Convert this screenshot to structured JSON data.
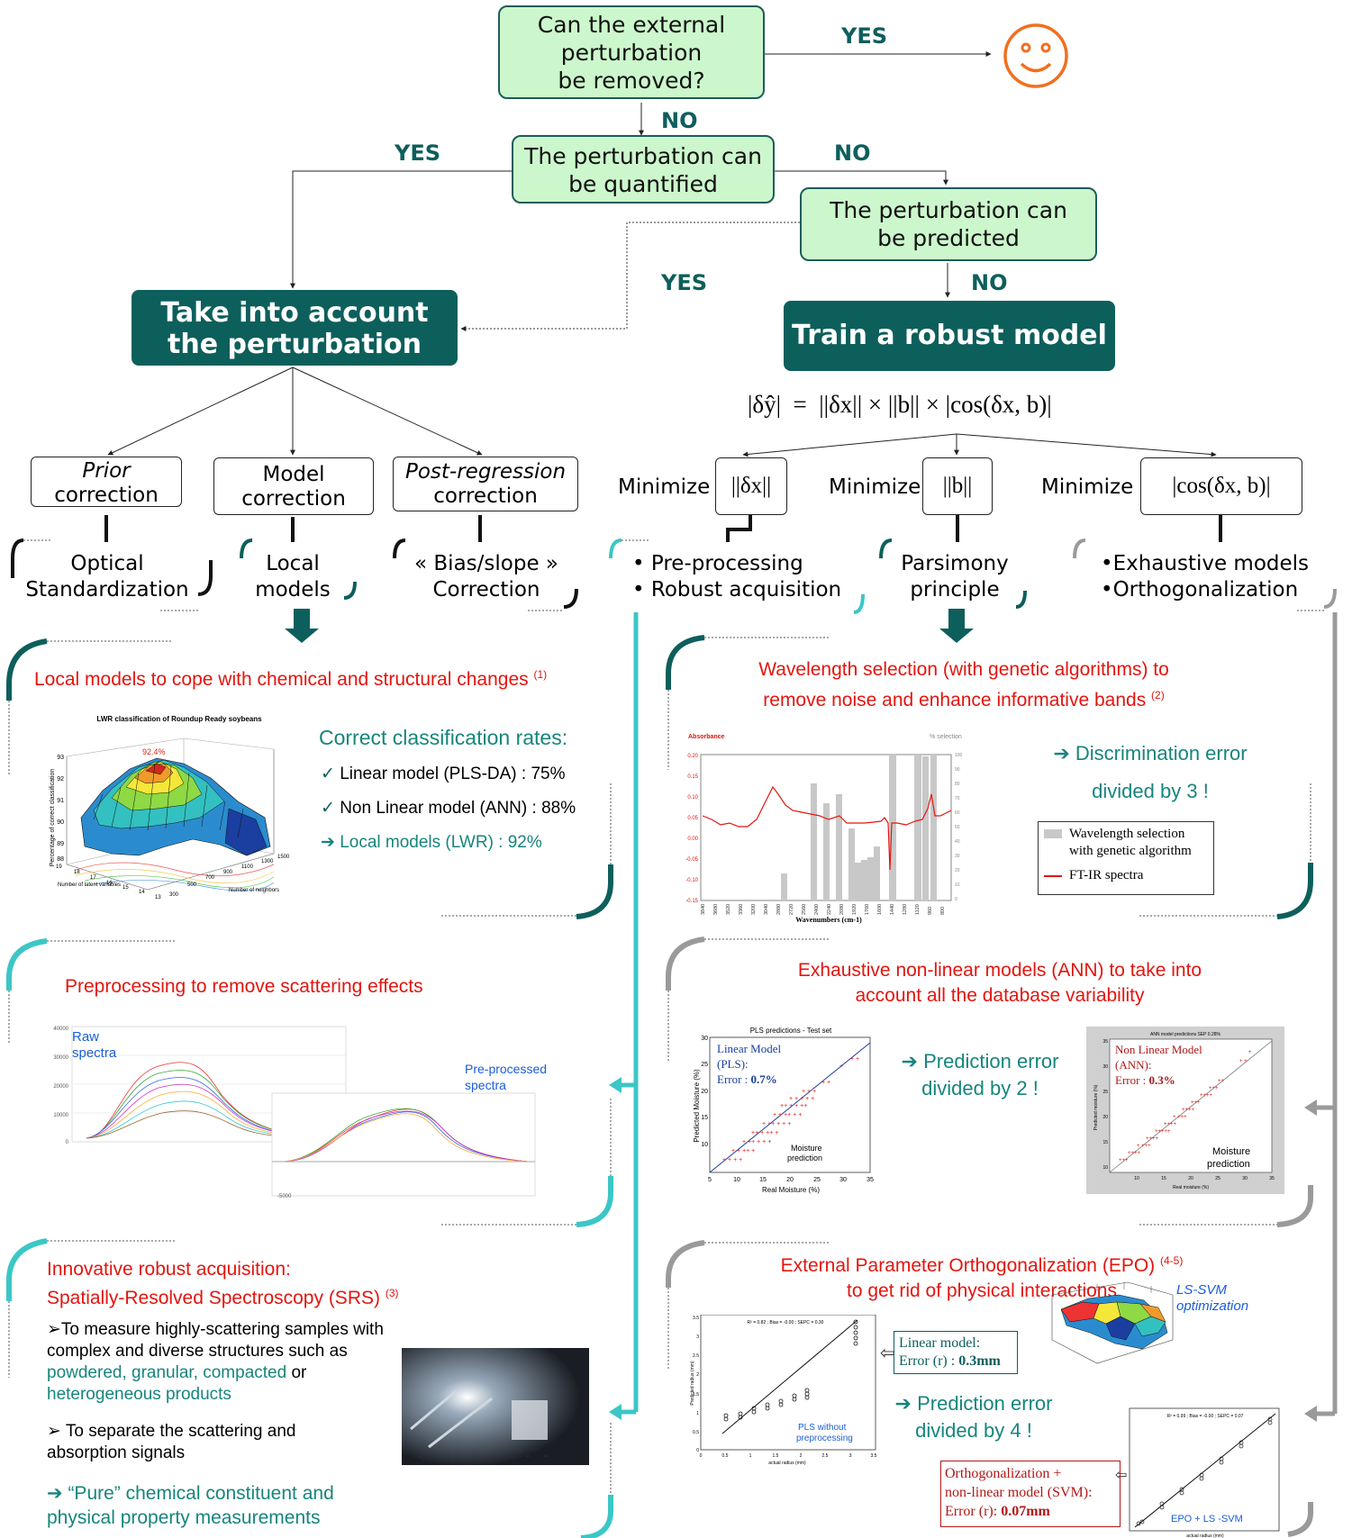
{
  "flow": {
    "q1": [
      "Can the external",
      "perturbation",
      "be removed?"
    ],
    "yes_top": "YES",
    "no_1": "NO",
    "q2": [
      "The perturbation can",
      "be quantified"
    ],
    "yes_left": "YES",
    "no_2": "NO",
    "q3": [
      "The perturbation can",
      "be predicted"
    ],
    "yes_mid": "YES",
    "no_3": "NO",
    "left_action": [
      "Take into account",
      "the perturbation"
    ],
    "right_action": "Train a robust model",
    "formula": "|δŷ|  =  ||δx|| × ||b|| × |cos(δx, b)|"
  },
  "left_methods": {
    "prior": [
      "Prior",
      "correction"
    ],
    "model": [
      "Model",
      "correction"
    ],
    "post": [
      "Post-regression",
      "correction"
    ],
    "optical": [
      "Optical",
      "Standardization"
    ],
    "local": [
      "Local",
      "models"
    ],
    "bias": [
      "« Bias/slope »",
      "Correction"
    ]
  },
  "right_methods": {
    "minimize": "Minimize",
    "dx": "||δx||",
    "b": "||b||",
    "cos": "|cos(δx, b)|",
    "pre": [
      "• Pre-processing",
      "• Robust acquisition"
    ],
    "pars": [
      "Parsimony",
      "principle"
    ],
    "exh": [
      "•Exhaustive models",
      "•Orthogonalization"
    ]
  },
  "panel_local": {
    "title": "Local models to cope with chemical and structural changes",
    "ref": "(1)",
    "chart_title": "LWR classification of Roundup Ready soybeans",
    "chart_ylabel": "Percentage of correct classification",
    "chart_peak": "92.4%",
    "chart_x1": "Number of latent variables",
    "chart_x2": "Number of neighbors",
    "y_ticks": [
      "93",
      "92",
      "91",
      "90",
      "89",
      "88"
    ],
    "lv_ticks": [
      "19",
      "18",
      "17",
      "16",
      "15",
      "14",
      "13"
    ],
    "nb_ticks": [
      "1500",
      "1300",
      "1100",
      "900",
      "700",
      "500",
      "300"
    ],
    "rates_title": "Correct classification rates:",
    "rate1": "Linear model (PLS-DA) : 75%",
    "rate2": "Non Linear model (ANN) : 88%",
    "rate3": "Local models (LWR) : 92%"
  },
  "panel_pre": {
    "title": "Preprocessing to remove scattering effects",
    "raw": [
      "Raw",
      "spectra"
    ],
    "pp": [
      "Pre-processed",
      "spectra"
    ],
    "raw_y": [
      "40000",
      "30000",
      "20000",
      "10000",
      "0"
    ],
    "pp_y": "-5000"
  },
  "panel_srs": {
    "title1": "Innovative robust acquisition:",
    "title2": "Spatially-Resolved Spectroscopy (SRS)",
    "ref": "(3)",
    "b1": "To measure highly-scattering samples with complex and diverse structures such as",
    "b1_p": "powdered, granular, compacted",
    "b1_or": "or",
    "b1_h": "heterogeneous products",
    "b2": "To separate the scattering and absorption signals",
    "concl": "“Pure” chemical constituent and physical property measurements"
  },
  "panel_wave": {
    "title1": "Wavelength selection (with genetic algorithms) to",
    "title2": "remove noise and enhance informative bands",
    "ref": "(2)",
    "absorb": "Absorbance",
    "pctsel": "% selection",
    "xlabel": "Wavenumbers (cm-1)",
    "result1": "Discrimination error",
    "result2": "divided by 3 !",
    "legend1": "Wavelength selection with genetic algorithm",
    "legend2": "FT-IR spectra",
    "y_ticks": [
      "0.20",
      "0.15",
      "0.10",
      "0.05",
      "0.00",
      "-0.05",
      "-0.10",
      "-0.15"
    ],
    "pct_ticks": [
      "100",
      "90",
      "80",
      "70",
      "60",
      "50",
      "40",
      "30",
      "20",
      "10",
      "0"
    ],
    "x_ticks": [
      "3840",
      "3680",
      "3520",
      "3360",
      "3200",
      "3040",
      "2880",
      "2720",
      "2560",
      "2400",
      "2240",
      "2080",
      "1920",
      "1760",
      "1600",
      "1440",
      "1280",
      "1120",
      "960",
      "800"
    ]
  },
  "panel_ann": {
    "title1": "Exhaustive non-linear models (ANN) to take into",
    "title2": "account all the database variability",
    "pls_title": "PLS predictions - Test set",
    "pls_label": [
      "Linear Model",
      "(PLS):"
    ],
    "pls_err": "Error : ",
    "pls_err_v": "0.7%",
    "ylabel": "Predicted Moisture (%)",
    "xlabel": "Real Moisture (%)",
    "moist": [
      "Moisture",
      "prediction"
    ],
    "result1": "Prediction error",
    "result2": "divided by 2 !",
    "ann_title": "ANN model predictions  SEP 0.28%",
    "ann_label": [
      "Non Linear Model",
      "(ANN):"
    ],
    "ann_err": "Error : ",
    "ann_err_v": "0.3%",
    "ann_y": "Predicted moisture (%)",
    "ann_x": "Real moisture (%)",
    "pls_ticks": [
      "5",
      "10",
      "15",
      "20",
      "25",
      "30",
      "35"
    ],
    "pls_yticks": [
      "30",
      "25",
      "20",
      "15",
      "10"
    ],
    "ann_ticks": [
      "10",
      "15",
      "20",
      "25",
      "30",
      "35"
    ],
    "ann_yticks": [
      "35",
      "30",
      "25",
      "20",
      "15",
      "10"
    ]
  },
  "panel_epo": {
    "title1": "External Parameter Orthogonalization (EPO)",
    "ref": "(4-5)",
    "title2": "to get rid of physical interactions",
    "r2_1": "R² = 0.82 ; Bias = -0.00 ; SEPC = 0.30",
    "ylabel": "Predicted radius (mm)",
    "xlabel": "actual radius (mm)",
    "pls_wo": [
      "PLS without",
      "preprocessing"
    ],
    "lin": [
      "Linear model:",
      "Error (r) : "
    ],
    "lin_v": "0.3mm",
    "lssvm": [
      "LS-SVM",
      "optimization"
    ],
    "result1": "Prediction error",
    "result2": "divided by 4 !",
    "orth": [
      "Orthogonalization +",
      "non-linear model (SVM):",
      "Error (r): "
    ],
    "orth_v": "0.07mm",
    "r2_2": "R² = 0.99 ; Bias = -0.00 ; SEPC = 0.07",
    "epo_svm": "EPO + LS -SVM",
    "x_ticks": [
      "0",
      "0.5",
      "1",
      "1.5",
      "2",
      "2.5",
      "3",
      "3.5"
    ],
    "y_ticks": [
      "3.5",
      "3",
      "2.5",
      "2",
      "1.5",
      "1",
      "0.5",
      "0"
    ]
  },
  "colors": {
    "teal": "#0d5f5c",
    "cyan": "#3cc6c6",
    "green_fill": "#ccf7cc",
    "red": "#e3150f",
    "gray": "#9a9a9a",
    "orange": "#f07020"
  }
}
